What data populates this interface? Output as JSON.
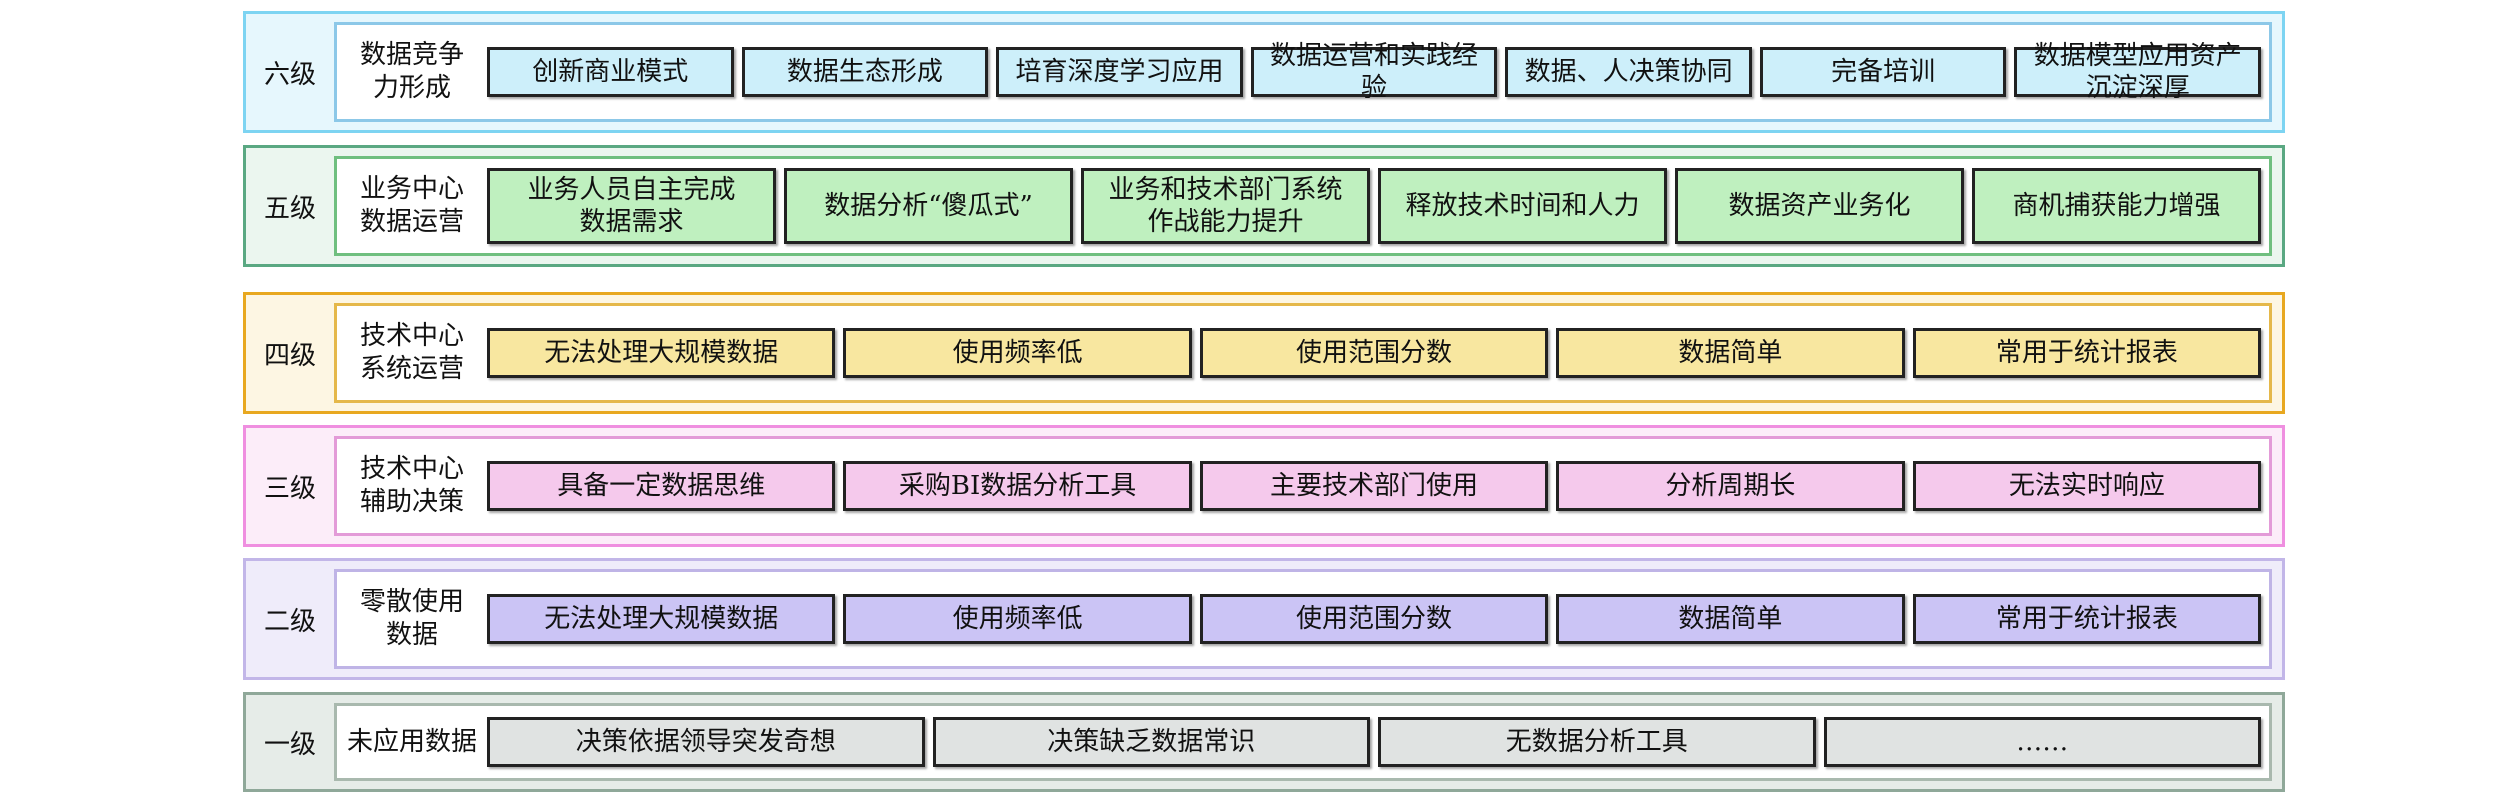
{
  "levels": [
    {
      "name": "六级",
      "stage": "数据竞争\n力形成",
      "colors": {
        "outer_border": "#7dd4f2",
        "outer_bg": "#e6f7fd",
        "inner_border": "#8cc8e8",
        "inner_bg": "#ffffff",
        "item_bg": "#cdeffa"
      },
      "items": [
        "创新商业模式",
        "数据生态形成",
        "培育深度学习应用",
        "数据运营和实践经验",
        "数据、人决策协同",
        "完备培训",
        "数据模型应用资产沉淀深厚"
      ]
    },
    {
      "name": "五级",
      "stage": "业务中心\n数据运营",
      "colors": {
        "outer_border": "#5aa882",
        "outer_bg": "#ebf6ef",
        "inner_border": "#6fbf7f",
        "inner_bg": "#ffffff",
        "item_bg": "#bff0bf"
      },
      "items": [
        "业务人员自主完成\n数据需求",
        "数据分析“傻瓜式”",
        "业务和技术部门系统\n作战能力提升",
        "释放技术时间和人力",
        "数据资产业务化",
        "商机捕获能力增强"
      ]
    },
    {
      "name": "四级",
      "stage": "技术中心\n系统运营",
      "colors": {
        "outer_border": "#e8a820",
        "outer_bg": "#fdf6e3",
        "inner_border": "#e5b84a",
        "inner_bg": "#ffffff",
        "item_bg": "#f8e7a0"
      },
      "items": [
        "无法处理大规模数据",
        "使用频率低",
        "使用范围分数",
        "数据简单",
        "常用于统计报表"
      ]
    },
    {
      "name": "三级",
      "stage": "技术中心\n辅助决策",
      "colors": {
        "outer_border": "#ef8fe0",
        "outer_bg": "#fcedf9",
        "inner_border": "#e39bd8",
        "inner_bg": "#ffffff",
        "item_bg": "#f5c9ec"
      },
      "items": [
        "具备一定数据思维",
        "采购BI数据分析工具",
        "主要技术部门使用",
        "分析周期长",
        "无法实时响应"
      ]
    },
    {
      "name": "二级",
      "stage": "零散使用\n数据",
      "colors": {
        "outer_border": "#c2b6e8",
        "outer_bg": "#efecfa",
        "inner_border": "#bfb4e6",
        "inner_bg": "#ffffff",
        "item_bg": "#cbc4f5"
      },
      "items": [
        "无法处理大规模数据",
        "使用频率低",
        "使用范围分数",
        "数据简单",
        "常用于统计报表"
      ]
    },
    {
      "name": "一级",
      "stage": "未应用数据",
      "colors": {
        "outer_border": "#8fa899",
        "outer_bg": "#e6ece8",
        "inner_border": "#a9b9ae",
        "inner_bg": "#ffffff",
        "item_bg": "#e0e3e2"
      },
      "items": [
        "决策依据领导突发奇想",
        "决策缺乏数据常识",
        "无数据分析工具",
        "……"
      ]
    }
  ]
}
